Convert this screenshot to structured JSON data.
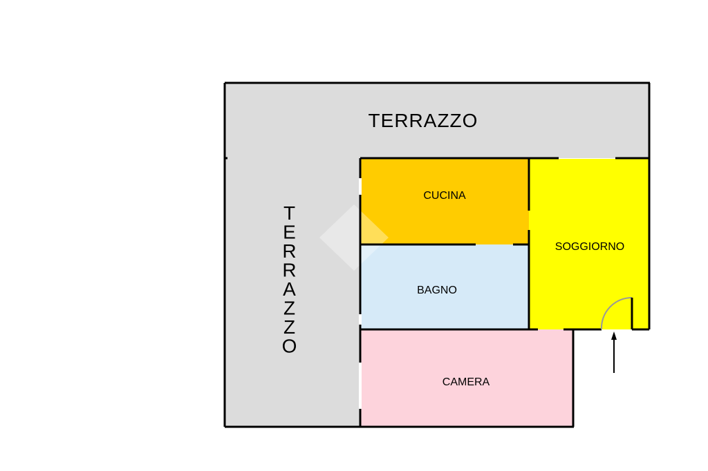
{
  "floorplan": {
    "rooms": {
      "terrazzo_top": {
        "label": "TERRAZZO",
        "color": "#dcdcdc"
      },
      "terrazzo_side": {
        "label": "TERRAZZO",
        "color": "#dcdcdc"
      },
      "cucina": {
        "label": "CUCINA",
        "color": "#ffcc00"
      },
      "bagno": {
        "label": "BAGNO",
        "color": "#d6eaf8"
      },
      "camera": {
        "label": "CAMERA",
        "color": "#fdd3dc"
      },
      "soggiorno": {
        "label": "SOGGIORNO",
        "color": "#ffff00"
      }
    },
    "wall_color": "#000000",
    "entrance_icon": "entrance-arrow-icon",
    "watermark_icon": "house-logo-watermark"
  }
}
